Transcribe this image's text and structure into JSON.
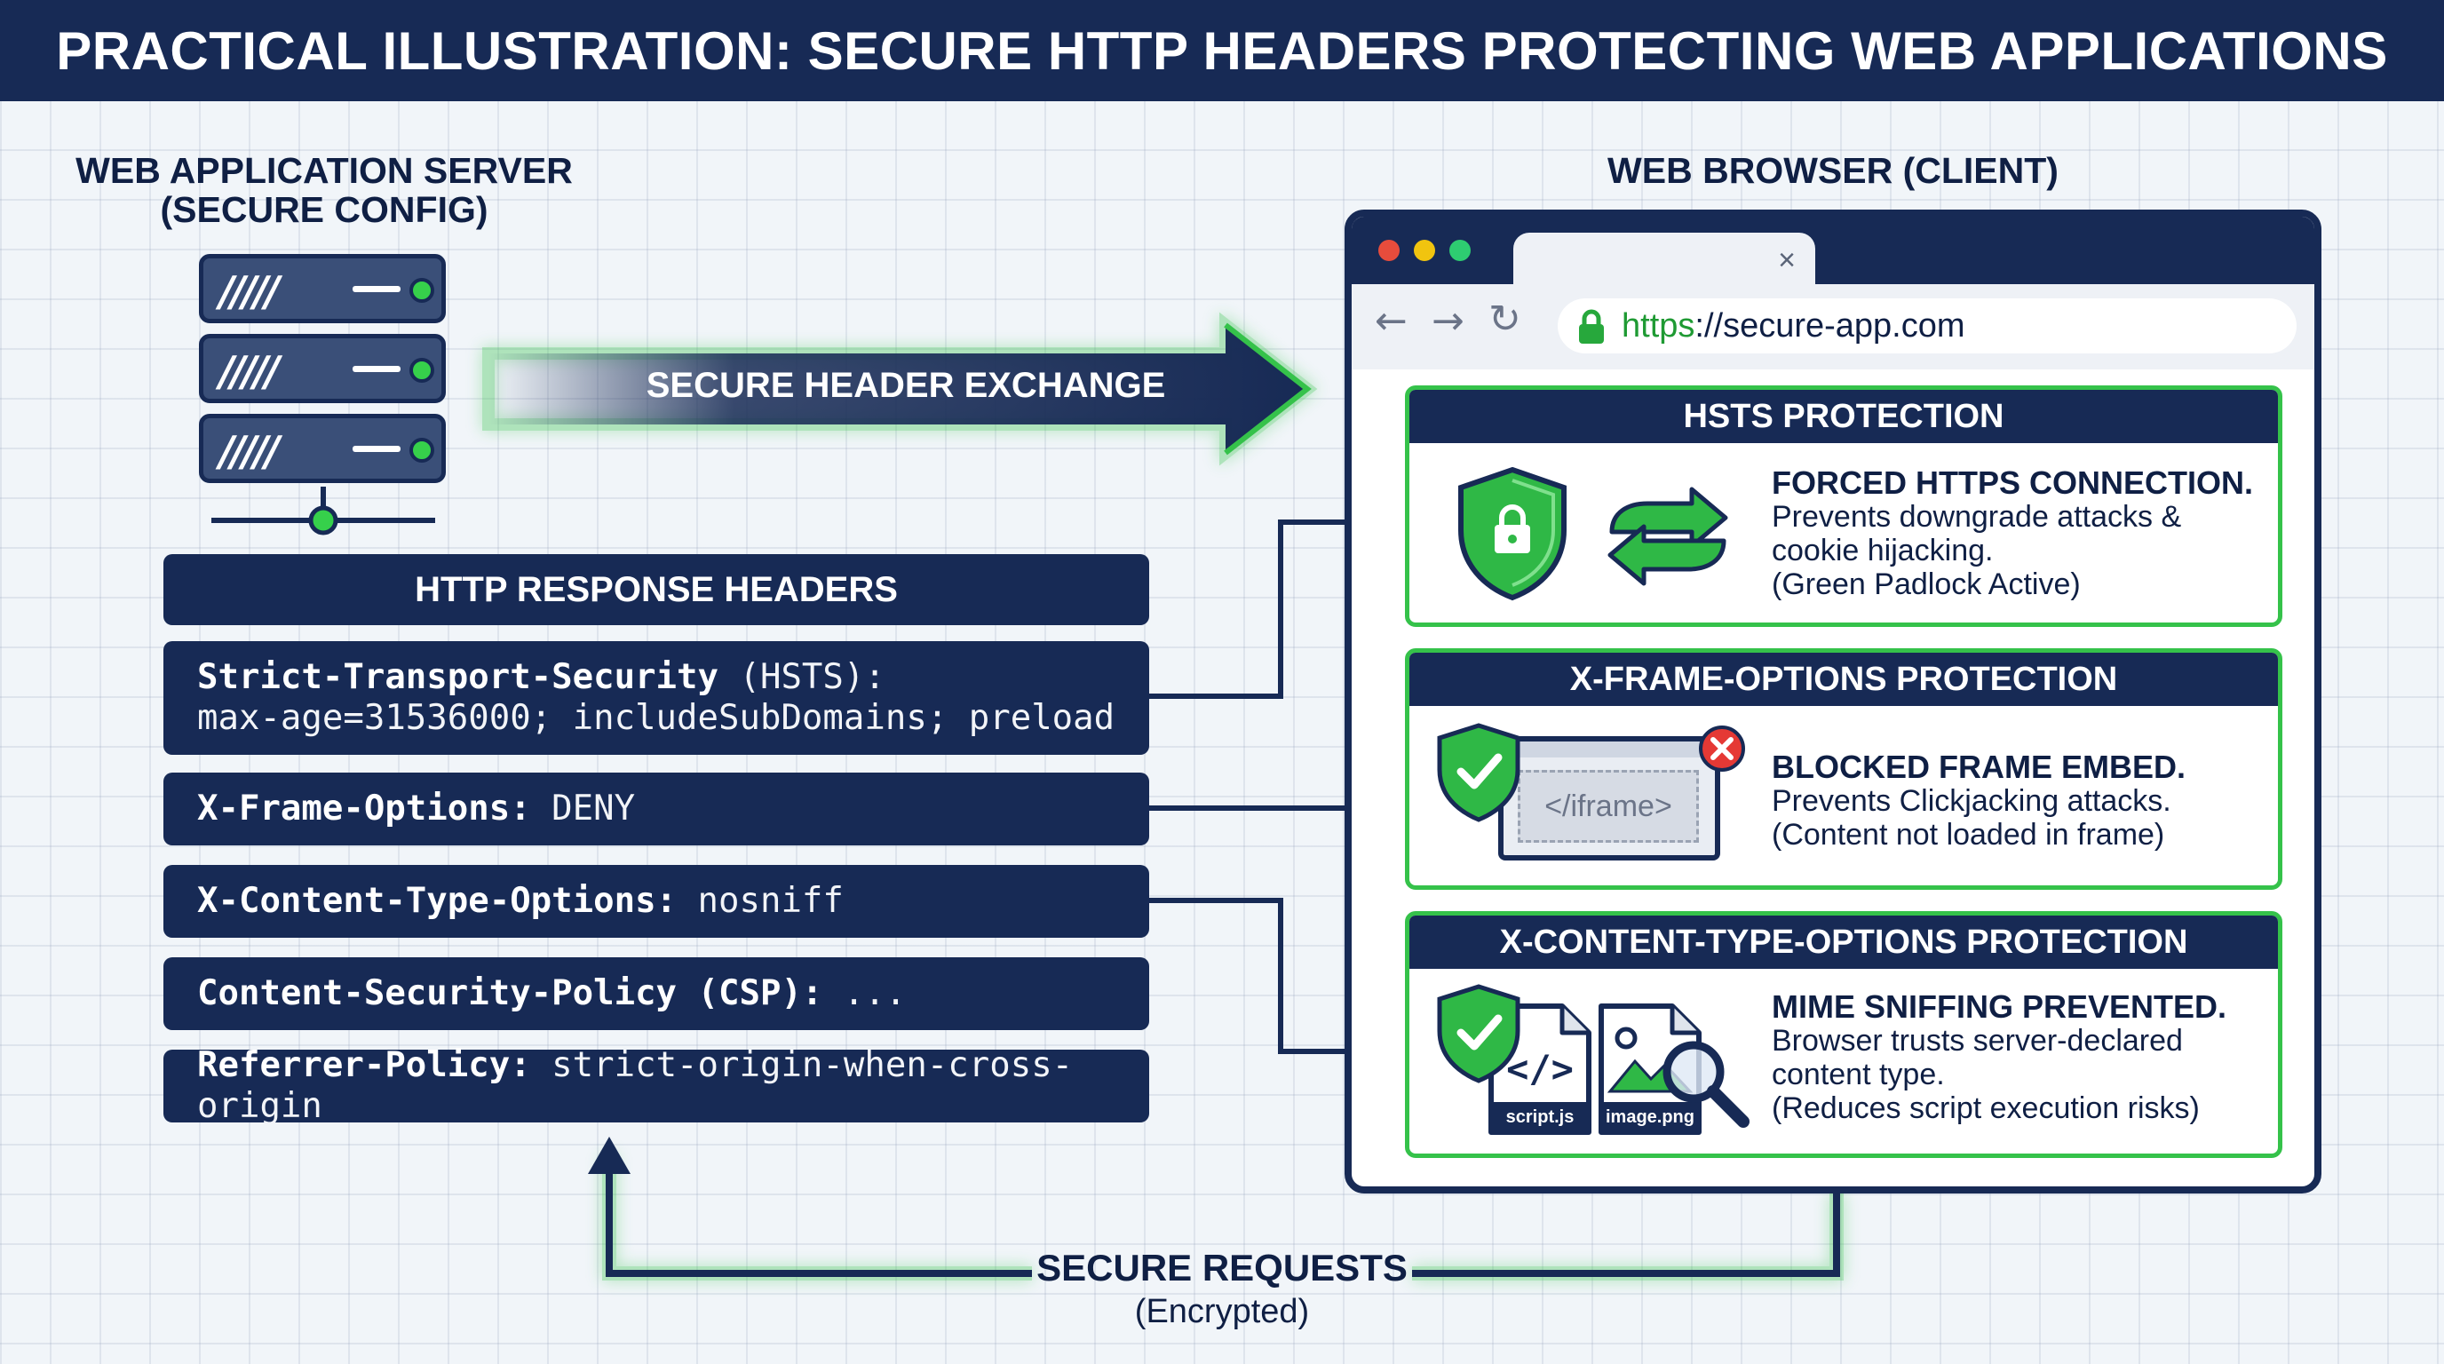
{
  "title": "PRACTICAL ILLUSTRATION: SECURE HTTP HEADERS PROTECTING WEB APPLICATIONS",
  "server": {
    "label_line1": "WEB APPLICATION SERVER",
    "label_line2": "(SECURE CONFIG)",
    "icon": "server-rack-icon"
  },
  "exchange_label": "SECURE HEADER EXCHANGE",
  "headers_panel": {
    "title": "HTTP RESPONSE HEADERS",
    "rows": [
      {
        "name": "Strict-Transport-Security",
        "suffix": " (HSTS):",
        "value": "max-age=31536000; includeSubDomains; preload"
      },
      {
        "name": "X-Frame-Options:",
        "value": " DENY"
      },
      {
        "name": "X-Content-Type-Options:",
        "value": " nosniff"
      },
      {
        "name": "Content-Security-Policy (CSP):",
        "value": " ..."
      },
      {
        "name": "Referrer-Policy:",
        "value": " strict-origin-when-cross-origin"
      }
    ]
  },
  "browser": {
    "label": "WEB BROWSER (CLIENT)",
    "tab_close": "×",
    "url_scheme": "https",
    "url_rest": "://secure-app.com",
    "colors": {
      "red": "#e74c3c",
      "yellow": "#f1c40f",
      "green": "#2ecc71"
    }
  },
  "cards": {
    "hsts": {
      "title": "HSTS PROTECTION",
      "heading": "FORCED HTTPS CONNECTION.",
      "line1": "Prevents downgrade attacks &",
      "line2": "cookie hijacking.",
      "line3": "(Green Padlock Active)"
    },
    "xfo": {
      "title": "X-FRAME-OPTIONS PROTECTION",
      "heading": "BLOCKED FRAME EMBED.",
      "line1": "Prevents Clickjacking attacks.",
      "line2": "(Content not loaded in frame)",
      "iframe_label": "</iframe>"
    },
    "xcto": {
      "title": "X-CONTENT-TYPE-OPTIONS PROTECTION",
      "heading": "MIME SNIFFING PREVENTED.",
      "line1": "Browser trusts server-declared",
      "line2": "content type.",
      "line3": "(Reduces script execution risks)",
      "file1_label": "script.js",
      "file1_glyph": "</>",
      "file2_label": "image.png"
    }
  },
  "requests": {
    "label": "SECURE REQUESTS",
    "sublabel": "(Encrypted)"
  },
  "accent_color": "#35c24a",
  "navy_color": "#172a55"
}
